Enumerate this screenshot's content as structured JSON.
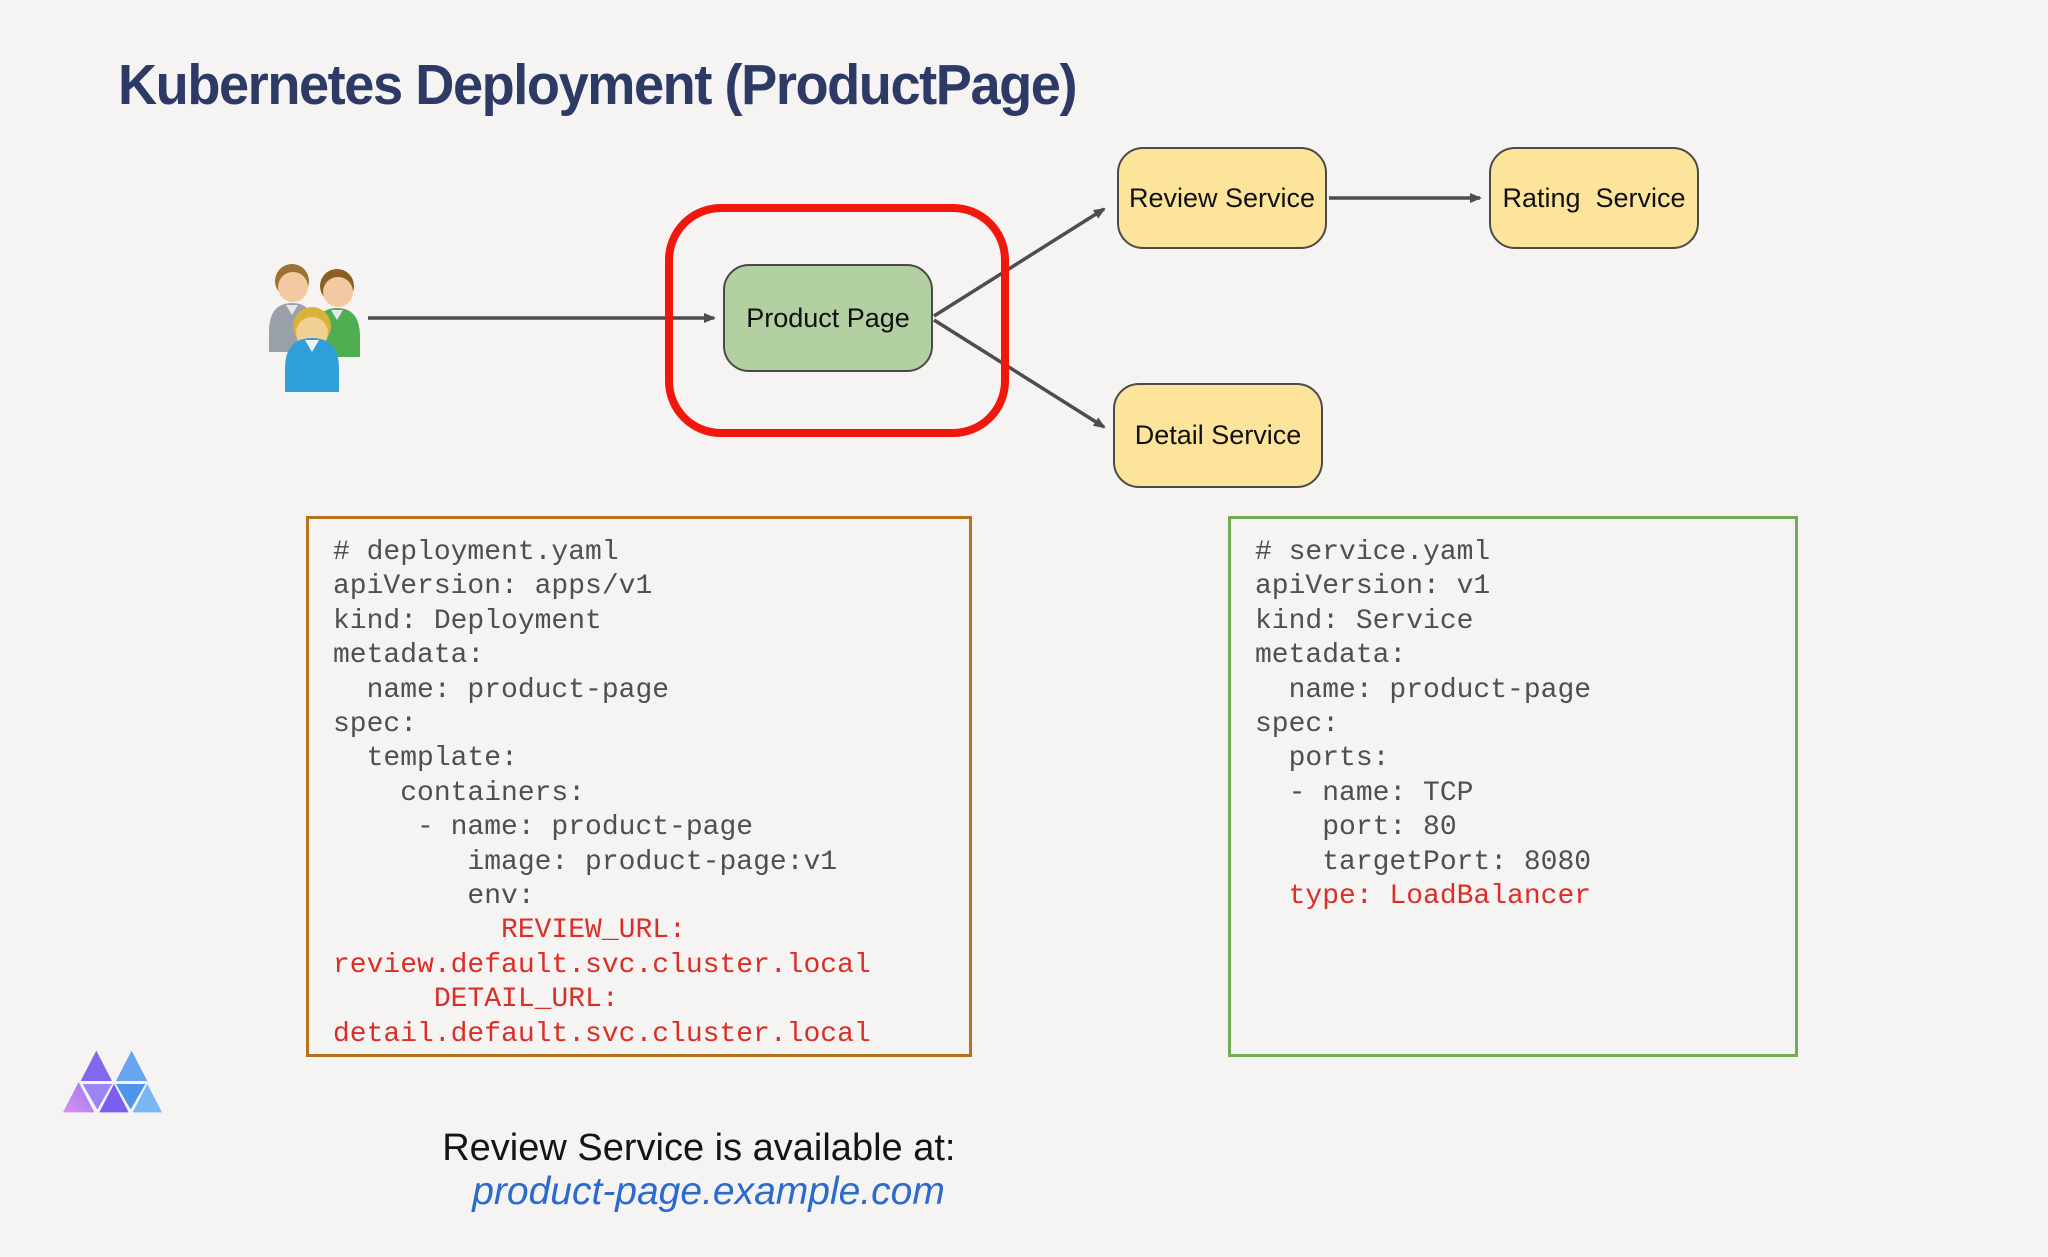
{
  "title": "Kubernetes Deployment (ProductPage)",
  "diagram": {
    "nodes": {
      "product": "Product Page",
      "review": "Review Service",
      "rating": "Rating  Service",
      "detail": "Detail Service"
    },
    "users_icon": "three-users-clipart",
    "highlight_ring_color": "#f2170d"
  },
  "deployment_yaml": {
    "lines": [
      {
        "text": "# deployment.yaml",
        "red": false
      },
      {
        "text": "apiVersion: apps/v1",
        "red": false
      },
      {
        "text": "kind: Deployment",
        "red": false
      },
      {
        "text": "metadata:",
        "red": false
      },
      {
        "text": "  name: product-page",
        "red": false
      },
      {
        "text": "spec:",
        "red": false
      },
      {
        "text": "  template:",
        "red": false
      },
      {
        "text": "    containers:",
        "red": false
      },
      {
        "text": "     - name: product-page",
        "red": false
      },
      {
        "text": "        image: product-page:v1",
        "red": false
      },
      {
        "text": "        env:",
        "red": false
      },
      {
        "text": "          REVIEW_URL:",
        "red": true
      },
      {
        "text": "review.default.svc.cluster.local",
        "red": true
      },
      {
        "text": "      DETAIL_URL:",
        "red": true
      },
      {
        "text": "detail.default.svc.cluster.local",
        "red": true
      }
    ]
  },
  "service_yaml": {
    "lines": [
      {
        "text": "# service.yaml",
        "red": false
      },
      {
        "text": "apiVersion: v1",
        "red": false
      },
      {
        "text": "kind: Service",
        "red": false
      },
      {
        "text": "metadata:",
        "red": false
      },
      {
        "text": "  name: product-page",
        "red": false
      },
      {
        "text": "spec:",
        "red": false
      },
      {
        "text": "  ports:",
        "red": false
      },
      {
        "text": "  - name: TCP",
        "red": false
      },
      {
        "text": "    port: 80",
        "red": false
      },
      {
        "text": "    targetPort: 8080",
        "red": false
      },
      {
        "text": "  type: LoadBalancer",
        "red": true
      }
    ]
  },
  "caption": {
    "prefix": "Review Service is available at:",
    "link": "product-page.example.com"
  },
  "colors": {
    "background": "#f5f4f2",
    "title": "#2d3a66",
    "node_green": "#b3d0a3",
    "node_yellow": "#fce49b",
    "node_border": "#4a4a4a",
    "arrow": "#4d4d4d",
    "highlight_red": "#f2170d",
    "deployment_border": "#b4711e",
    "service_border": "#73ab58",
    "code_gray": "#4f4f4f",
    "code_red": "#da2f28",
    "link_blue": "#2b6ace"
  }
}
